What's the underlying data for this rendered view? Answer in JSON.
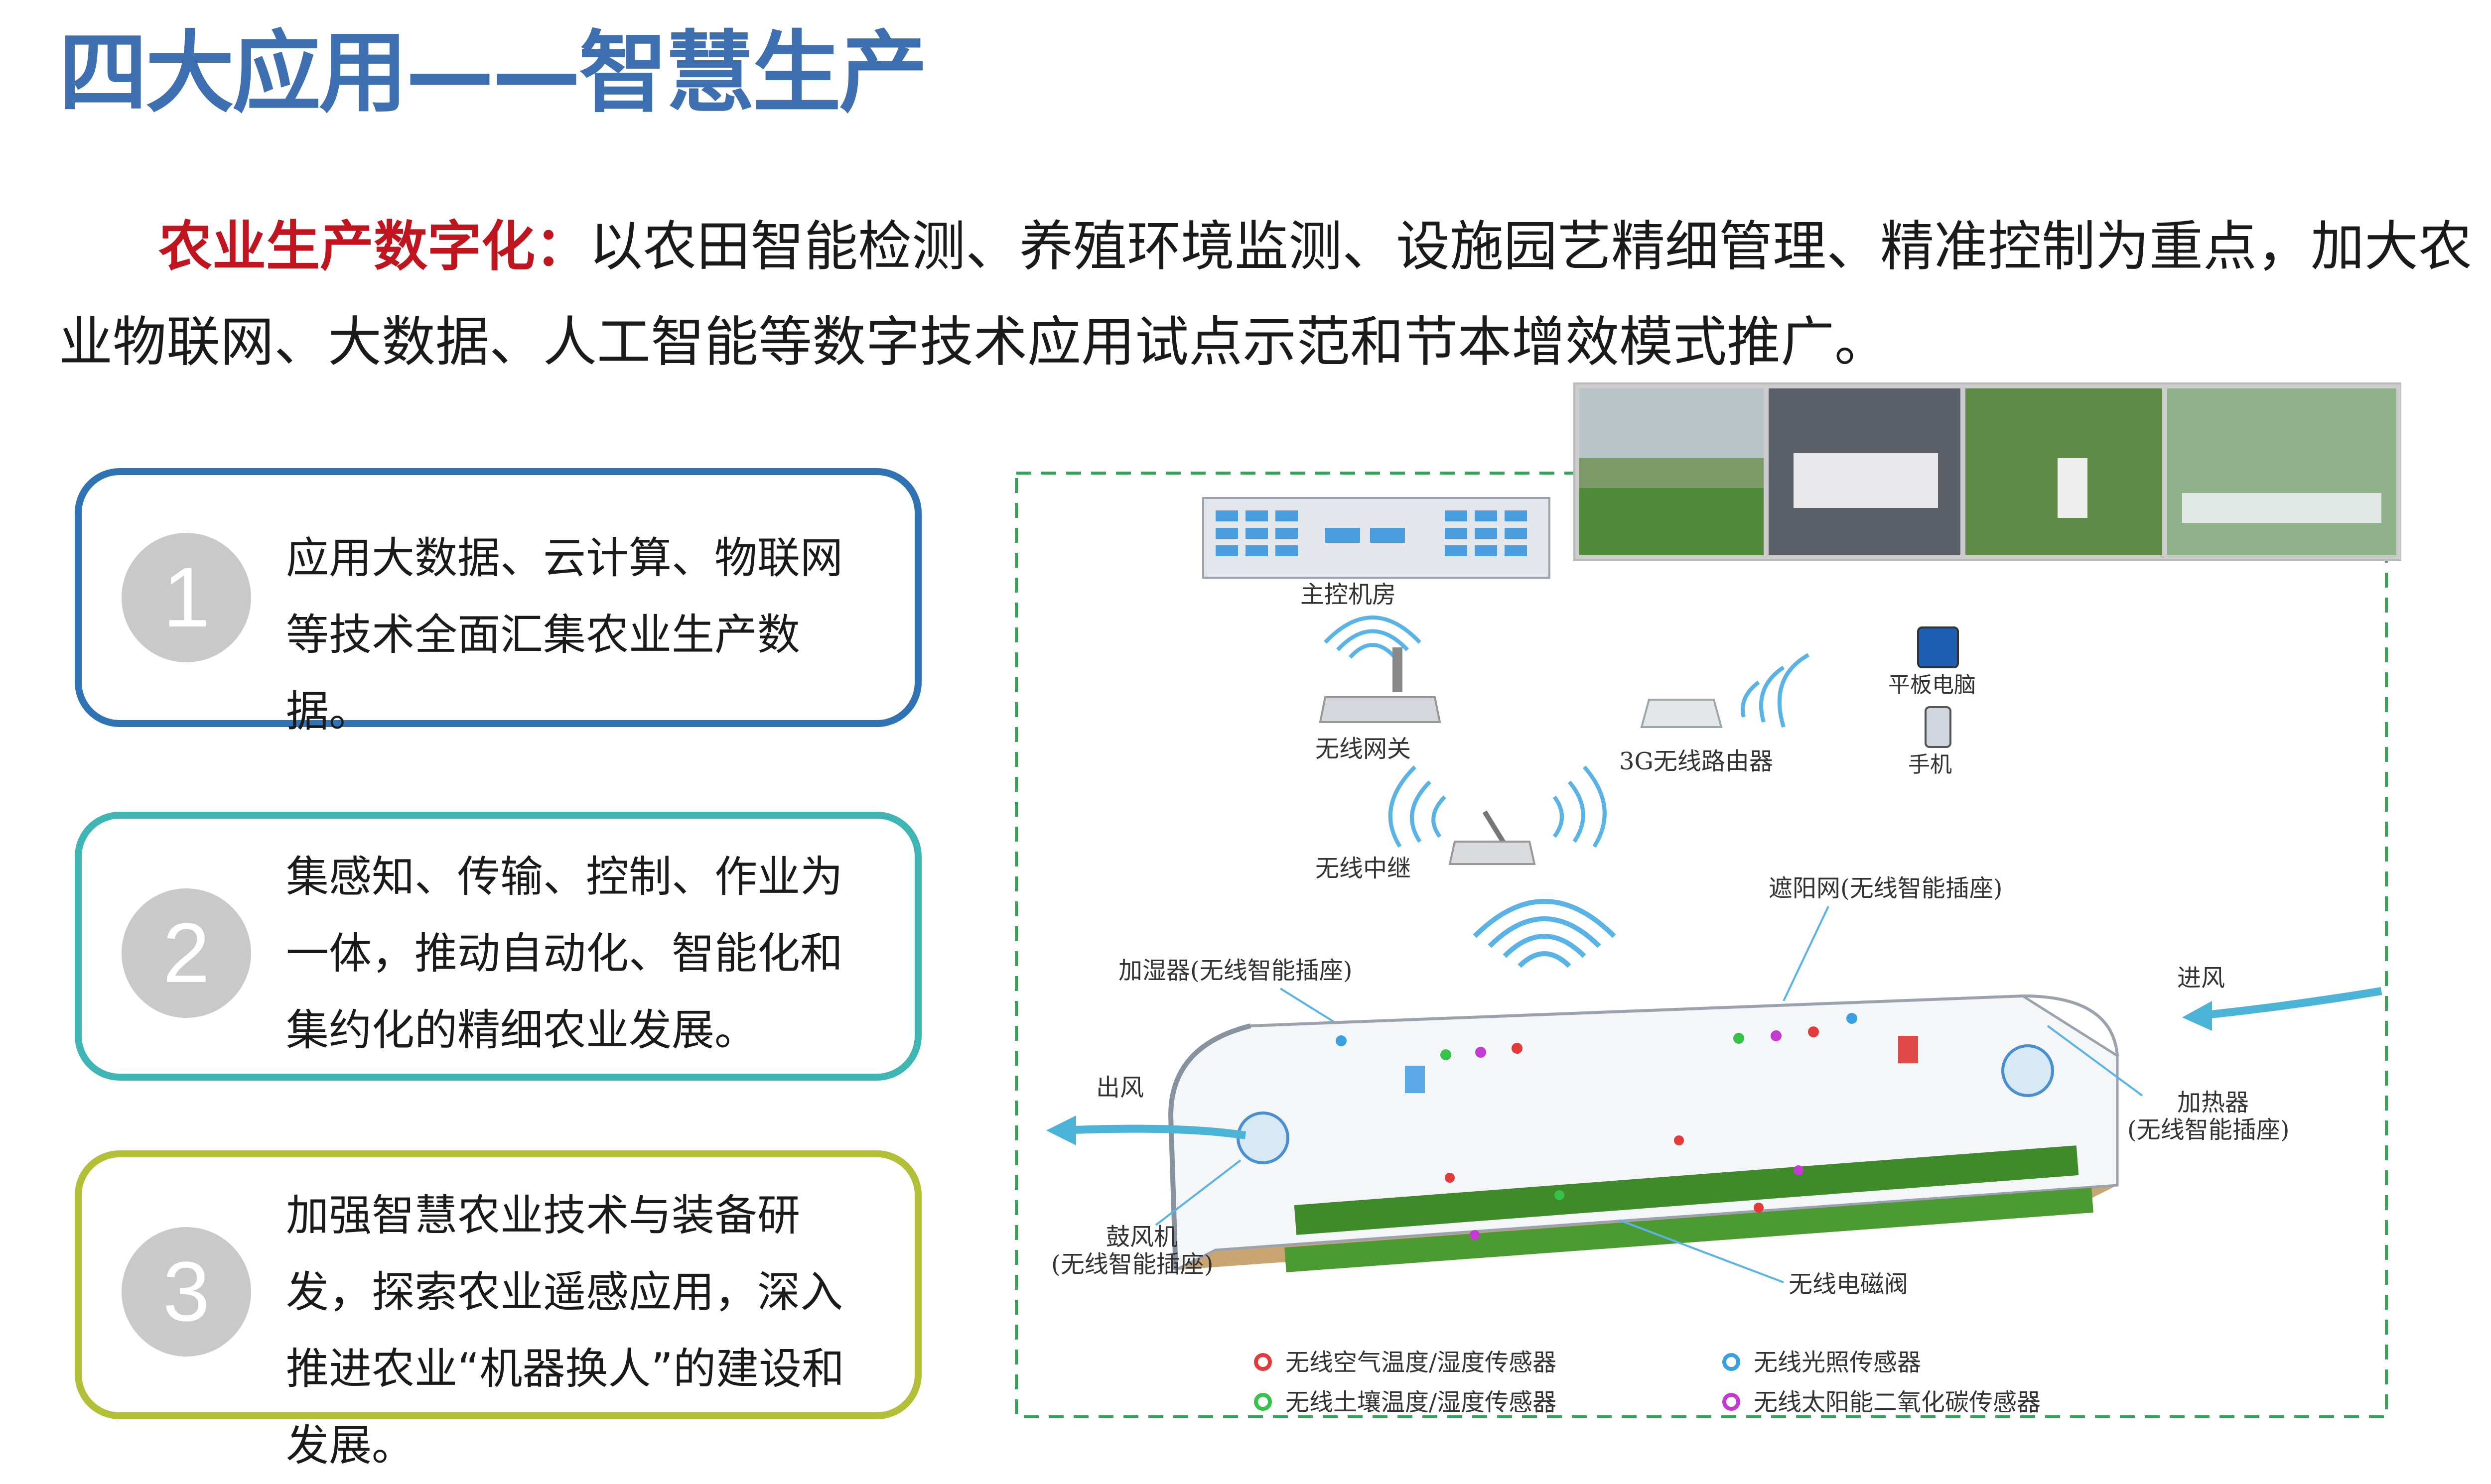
{
  "title": "四大应用——智慧生产",
  "intro": {
    "lead": "农业生产数字化：",
    "body": "以农田智能检测、养殖环境监测、设施园艺精细管理、精准控制为重点，加大农业物联网、大数据、人工智能等数字技术应用试点示范和节本增效模式推广。"
  },
  "cards": [
    {
      "number": "1",
      "text": "应用大数据、云计算、物联网等技术全面汇集农业生产数据。"
    },
    {
      "number": "2",
      "text": "集感知、传输、控制、作业为一体，推动自动化、智能化和集约化的精细农业发展。"
    },
    {
      "number": "3",
      "text": "加强智慧农业技术与装备研发，探索农业遥感应用，深入推进农业“机器换人”的建设和发展。"
    }
  ],
  "diagram": {
    "labels": {
      "control_room": "主控机房",
      "gateway": "无线网关",
      "router": "3G无线路由器",
      "tablet": "平板电脑",
      "phone": "手机",
      "relay": "无线中继",
      "shade_net": "遮阳网(无线智能插座)",
      "humidifier": "加湿器(无线智能插座)",
      "air_in": "进风",
      "air_out": "出风",
      "heater_1": "加热器",
      "heater_2": "(无线智能插座)",
      "blower_1": "鼓风机",
      "blower_2": "(无线智能插座)",
      "valve": "无线电磁阀"
    },
    "legend": [
      {
        "label": "无线空气温度/湿度传感器",
        "color": "#e23b3b"
      },
      {
        "label": "无线光照传感器",
        "color": "#3aa0e0"
      },
      {
        "label": "无线土壤温度/湿度传感器",
        "color": "#37c24a"
      },
      {
        "label": "无线太阳能二氧化碳传感器",
        "color": "#c43bd1"
      }
    ]
  },
  "colors": {
    "title": "#3e6fb0",
    "lead": "#c0141e",
    "card1": "#2f73b3",
    "card2": "#3fb5b4",
    "card3": "#b2bf37",
    "dashed_border": "#3aa35a"
  }
}
